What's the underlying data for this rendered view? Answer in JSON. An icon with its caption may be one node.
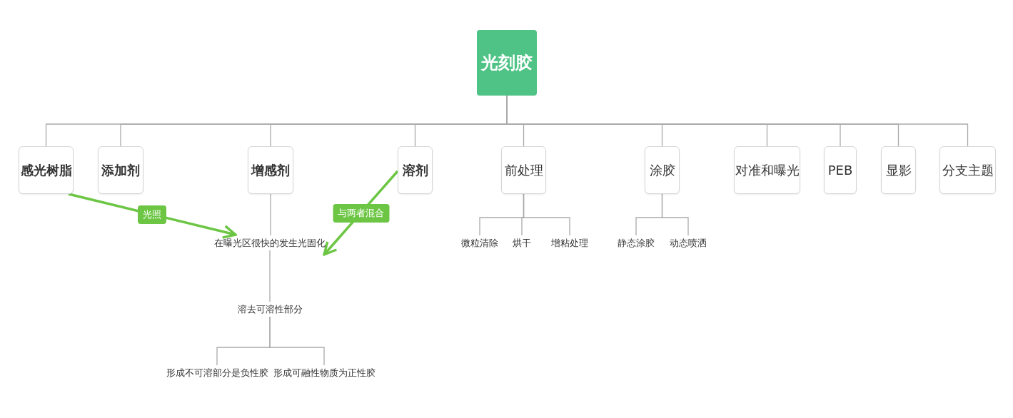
{
  "diagram": {
    "nodes": [
      {
        "text": [
          "光刻胶"
        ]
      },
      {
        "text": [
          "感光树脂"
        ]
      },
      {
        "text": [
          "添加剂"
        ]
      },
      {
        "text": [
          "增感剂"
        ]
      },
      {
        "text": [
          "溶剂"
        ]
      },
      {
        "text": [
          "前处理"
        ]
      },
      {
        "text": [
          "涂胶"
        ]
      },
      {
        "text": [
          "对准和曝光"
        ]
      },
      {
        "text": [
          "PEB"
        ]
      },
      {
        "text": [
          "显影"
        ]
      },
      {
        "text": [
          "分支主题"
        ]
      },
      {
        "text": [
          "在曝光区很快的发生光固化"
        ]
      },
      {
        "text": [
          "溶去可溶性部分"
        ]
      },
      {
        "text": [
          "形成不可溶部分是负性胶"
        ]
      },
      {
        "text": [
          "形成可融性物质为正性胶"
        ]
      },
      {
        "text": [
          "微粒清除"
        ]
      },
      {
        "text": [
          "烘干"
        ]
      },
      {
        "text": [
          "增粘处理"
        ]
      },
      {
        "text": [
          "静态涂胶"
        ]
      },
      {
        "text": [
          "动态喷洒"
        ]
      }
    ],
    "edges": [
      {
        "from": 0,
        "to": 1,
        "arrow": "none"
      },
      {
        "from": 0,
        "to": 2,
        "arrow": "none"
      },
      {
        "from": 0,
        "to": 3,
        "arrow": "none"
      },
      {
        "from": 0,
        "to": 4,
        "arrow": "none"
      },
      {
        "from": 0,
        "to": 5,
        "arrow": "none"
      },
      {
        "from": 0,
        "to": 6,
        "arrow": "none"
      },
      {
        "from": 0,
        "to": 7,
        "arrow": "none"
      },
      {
        "from": 0,
        "to": 8,
        "arrow": "none"
      },
      {
        "from": 0,
        "to": 9,
        "arrow": "none"
      },
      {
        "from": 0,
        "to": 10,
        "arrow": "none"
      },
      {
        "from": 3,
        "to": 11,
        "arrow": "none"
      },
      {
        "from": 11,
        "to": 12,
        "arrow": "none"
      },
      {
        "from": 12,
        "to": 13,
        "arrow": "none"
      },
      {
        "from": 12,
        "to": 14,
        "arrow": "none"
      },
      {
        "from": 5,
        "to": 15,
        "arrow": "none"
      },
      {
        "from": 5,
        "to": 16,
        "arrow": "none"
      },
      {
        "from": 5,
        "to": 17,
        "arrow": "none"
      },
      {
        "from": 6,
        "to": 18,
        "arrow": "none"
      },
      {
        "from": 6,
        "to": 19,
        "arrow": "none"
      },
      {
        "from": 1,
        "to": 11,
        "arrow": "to",
        "label": "光照",
        "style": "thick",
        "color": "#6cc644"
      },
      {
        "from": 4,
        "to": 11,
        "arrow": "to",
        "label": "与两者混合",
        "style": "thick",
        "color": "#6cc644"
      }
    ]
  }
}
